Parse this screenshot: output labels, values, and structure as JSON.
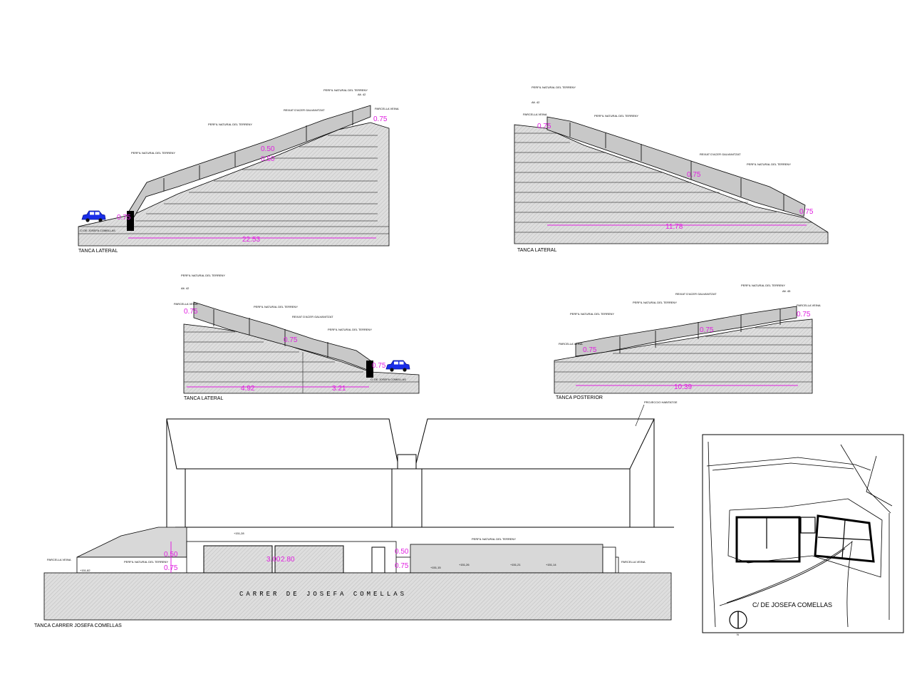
{
  "colors": {
    "dimension": "#e020e0",
    "hatch": "#d4d4d4",
    "car": "#1a2ee8",
    "line": "#000000"
  },
  "section1": {
    "caption": "TANCA LATERAL",
    "street": "C/ DE JOSEFA COMELLAS",
    "length": "22.53",
    "dims": {
      "left": "0.75",
      "mid_a": "0.50",
      "mid_b": "0.50",
      "right": "0.75"
    },
    "notes": {
      "perfil_left": "PERFIL NATURAL DEL TERRENY",
      "perfil_mid": "PERFIL NATURAL DEL TERRENY",
      "reixat": "REIXAT D'ACER GALVANITZAT",
      "perfil_top": "PERFIL NATURAL DEL TERRENY",
      "alt": "Alt. 42",
      "parcella": "PARCELLA VEINA"
    }
  },
  "section2": {
    "caption": "TANCA LATERAL",
    "length": "11.78",
    "dims": {
      "left": "0.75",
      "mid": "0.75",
      "right": "0.75"
    },
    "notes": {
      "perfil_top": "PERFIL NATURAL DEL TERRENY",
      "alt": "Alt. 42",
      "parcella": "PARCELLA VEINA",
      "perfil_mid": "PERFIL NATURAL DEL TERRENY",
      "reixat": "REIXAT D'ACER GALVANITZAT",
      "perfil_right": "PERFIL NATURAL DEL TERRENY"
    }
  },
  "section3": {
    "caption": "TANCA LATERAL",
    "street": "C/ DE JOSEFA COMELLAS",
    "length_a": "4.92",
    "length_b": "3.21",
    "dims": {
      "left": "0.75",
      "mid": "0.75",
      "right": "0.75"
    },
    "notes": {
      "perfil_top": "PERFIL NATURAL DEL TERRENY",
      "alt": "Alt. 42",
      "parcella": "PARCELLA VEINA",
      "perfil_mid": "PERFIL NATURAL DEL TERRENY",
      "reixat": "REIXAT D'ACER GALVANITZAT",
      "perfil_right": "PERFIL NATURAL DEL TERRENY"
    }
  },
  "section4": {
    "caption": "TANCA POSTERIOR",
    "length": "10.39",
    "dims": {
      "left": "0.75",
      "mid": "0.75",
      "right": "0.75"
    },
    "notes": {
      "perfil_left": "PERFIL NATURAL DEL TERRENY",
      "parcella_left": "PARCELLA VEINA",
      "perfil_mid": "PERFIL NATURAL DEL TERRENY",
      "reixat": "REIXAT D'ACER GALVANITZAT",
      "perfil_right": "PERFIL NATURAL DEL TERRENY",
      "alt": "Alt. 45",
      "parcella_right": "PARCELLA VEINA"
    }
  },
  "elevation": {
    "caption": "TANCA CARRER JOSEFA COMELLAS",
    "street": "CARRER DE JOSEFA COMELLAS",
    "projection": "PROJECCIO HABITATGE",
    "dims": {
      "a": "0.50",
      "b": "0.75",
      "c": "3.00",
      "d": "2.80",
      "e": "0.50",
      "f": "0.75"
    },
    "notes": {
      "parcella_left": "PARCELLA VEINA",
      "perfil_left": "PERFIL NATURAL DEL TERRENY",
      "perfil_right": "PERFIL NATURAL DEL TERRENY",
      "parcella_right": "PARCELLA VEINA"
    },
    "levels": [
      "+151,28",
      "+151,15",
      "+151,26",
      "+151,21",
      "+151,14",
      "+151,82"
    ]
  },
  "site_plan": {
    "street": "C/ DE JOSEFA COMELLAS",
    "north": "N"
  }
}
